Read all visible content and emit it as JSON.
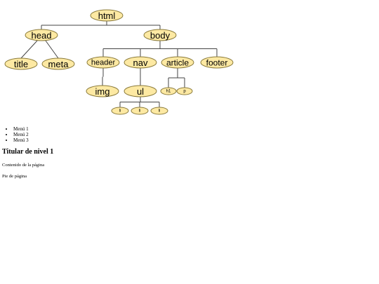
{
  "tree": {
    "nodes": [
      {
        "id": "html",
        "label": "html"
      },
      {
        "id": "head",
        "label": "head"
      },
      {
        "id": "body",
        "label": "body"
      },
      {
        "id": "title",
        "label": "title"
      },
      {
        "id": "meta",
        "label": "meta"
      },
      {
        "id": "header",
        "label": "header"
      },
      {
        "id": "nav",
        "label": "nav"
      },
      {
        "id": "article",
        "label": "article"
      },
      {
        "id": "footer",
        "label": "footer"
      },
      {
        "id": "img",
        "label": "img"
      },
      {
        "id": "ul",
        "label": "ul"
      },
      {
        "id": "h1",
        "label": "h1"
      },
      {
        "id": "p",
        "label": "p"
      },
      {
        "id": "li1",
        "label": "li"
      },
      {
        "id": "li2",
        "label": "li"
      },
      {
        "id": "li3",
        "label": "li"
      }
    ],
    "edges": [
      [
        "html",
        "head"
      ],
      [
        "html",
        "body"
      ],
      [
        "head",
        "title"
      ],
      [
        "head",
        "meta"
      ],
      [
        "body",
        "header"
      ],
      [
        "body",
        "nav"
      ],
      [
        "body",
        "article"
      ],
      [
        "body",
        "footer"
      ],
      [
        "header",
        "img"
      ],
      [
        "nav",
        "ul"
      ],
      [
        "article",
        "h1"
      ],
      [
        "article",
        "p"
      ],
      [
        "ul",
        "li1"
      ],
      [
        "ul",
        "li2"
      ],
      [
        "ul",
        "li3"
      ]
    ]
  },
  "page": {
    "menu": [
      "Menú 1",
      "Menú 2",
      "Menú 3"
    ],
    "heading": "Titular de nivel 1",
    "paragraph": "Contenido de la página",
    "footer": "Pie de página"
  },
  "colors": {
    "node_fill": "#fde9a3",
    "node_stroke": "#8a7a3a",
    "edge": "#444444"
  }
}
